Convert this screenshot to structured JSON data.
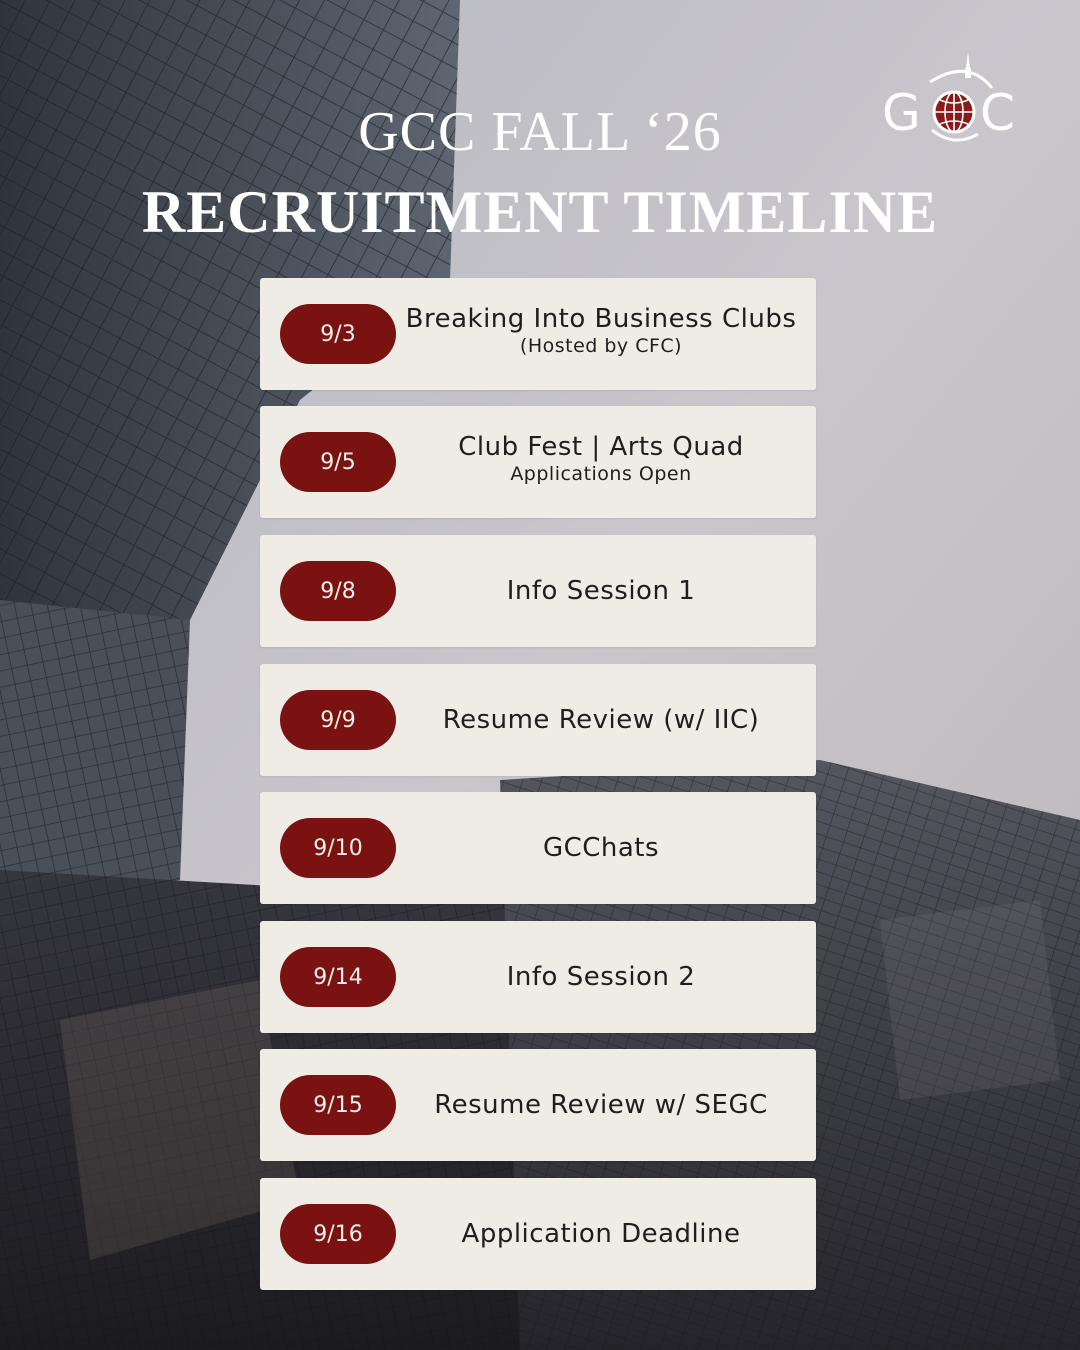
{
  "header": {
    "title_line1": "GCC FALL ‘26",
    "title_line2": "RECRUITMENT TIMELINE"
  },
  "logo": {
    "text": "GCC",
    "icon": "globe-tower-icon",
    "accent_color": "#8b1a1a"
  },
  "colors": {
    "pill": "#7a1212",
    "card": "#efece5",
    "heading": "#ffffff"
  },
  "timeline": [
    {
      "date": "9/3",
      "title": "Breaking Into Business Clubs",
      "subtitle": "(Hosted by CFC)"
    },
    {
      "date": "9/5",
      "title": "Club Fest | Arts Quad",
      "subtitle": "Applications Open"
    },
    {
      "date": "9/8",
      "title": "Info Session 1",
      "subtitle": ""
    },
    {
      "date": "9/9",
      "title": "Resume Review (w/ IIC)",
      "subtitle": ""
    },
    {
      "date": "9/10",
      "title": "GCChats",
      "subtitle": ""
    },
    {
      "date": "9/14",
      "title": "Info Session 2",
      "subtitle": ""
    },
    {
      "date": "9/15",
      "title": "Resume Review w/ SEGC",
      "subtitle": ""
    },
    {
      "date": "9/16",
      "title": "Application Deadline",
      "subtitle": ""
    }
  ]
}
